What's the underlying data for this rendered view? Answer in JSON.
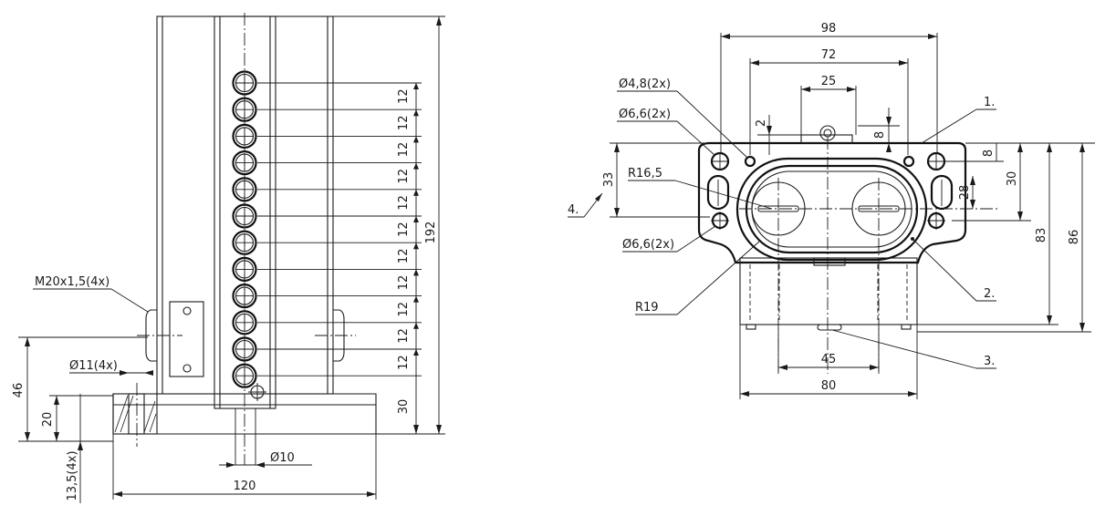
{
  "front_view": {
    "labels": {
      "thread": "M20x1,5(4x)",
      "bore": "Ø11(4x)",
      "pin": "Ø10"
    },
    "dimensions": {
      "pitch": "12",
      "total_height": "192",
      "base_height": "30",
      "height_46": "46",
      "height_20": "20",
      "spacing_13_5": "13,5(4x)",
      "width_120": "120"
    }
  },
  "side_view": {
    "labels": {
      "hole_4_8": "Ø4,8(2x)",
      "hole_6_6_top": "Ø6,6(2x)",
      "hole_6_6_bottom": "Ø6,6(2x)",
      "radius_16_5": "R16,5",
      "radius_19": "R19"
    },
    "callouts": [
      "1.",
      "2.",
      "3.",
      "4."
    ],
    "dimensions": {
      "width_98": "98",
      "width_72": "72",
      "width_25": "25",
      "gap_2": "2",
      "height_8_top": "8",
      "height_8_right": "8",
      "height_30": "30",
      "height_28": "28",
      "height_33": "33",
      "height_83": "83",
      "height_86": "86",
      "width_45": "45",
      "width_80": "80"
    }
  }
}
